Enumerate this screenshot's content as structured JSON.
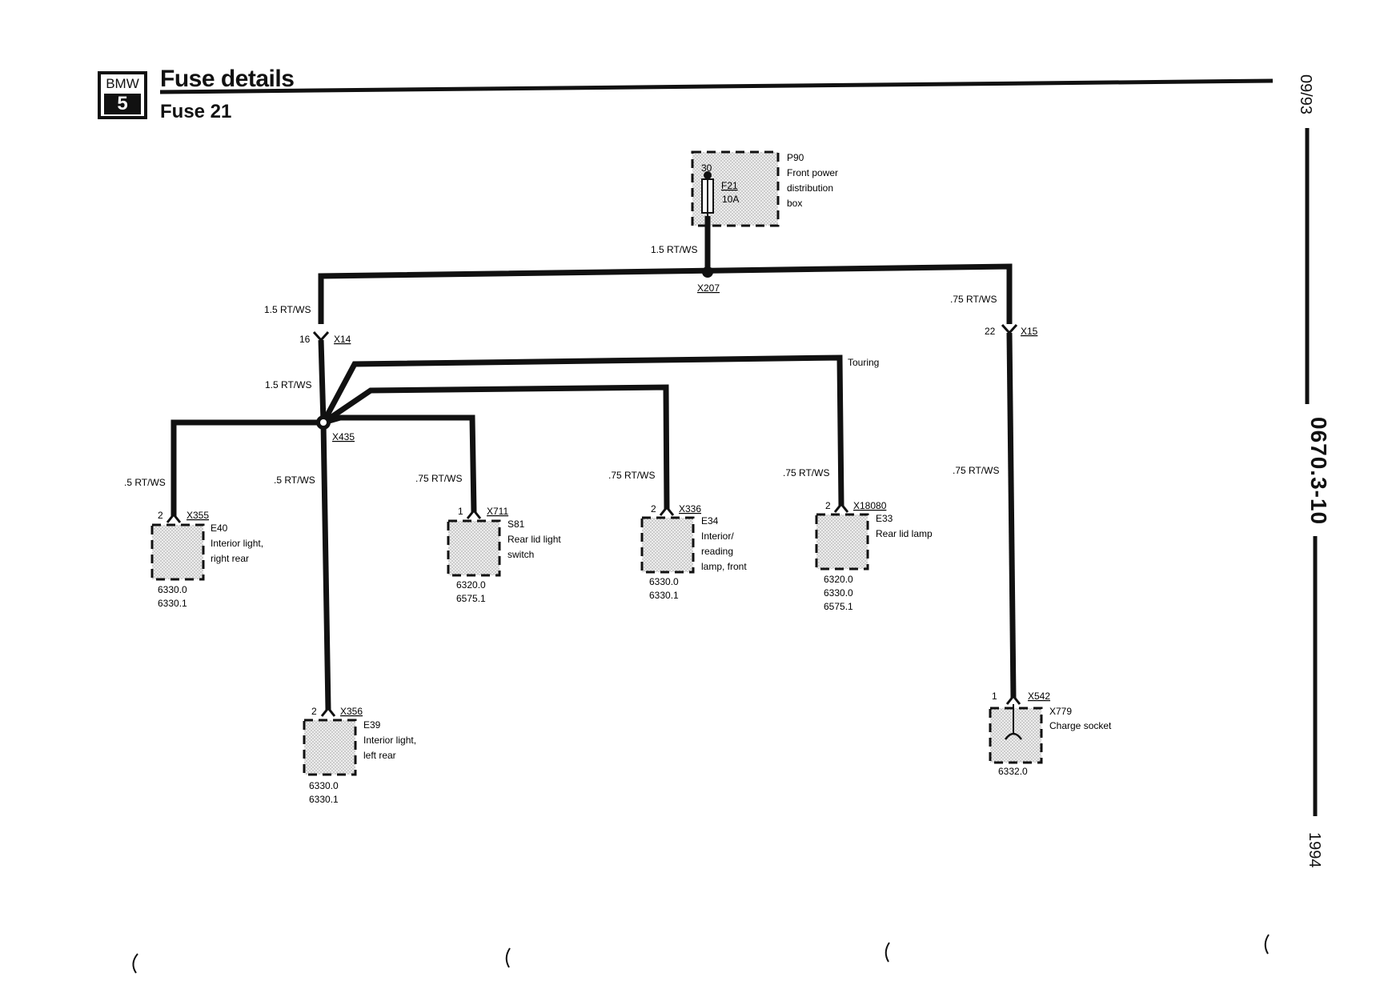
{
  "header": {
    "logo_text": "BMW",
    "logo_number": "5",
    "title": "Fuse details",
    "subtitle": "Fuse 21"
  },
  "side": {
    "date": "09/93",
    "doc_number": "0670.3-10",
    "year": "1994"
  },
  "fuse": {
    "id": "P90",
    "name_lines": [
      "Front power",
      "distribution",
      "box"
    ],
    "terminal": "30",
    "fuse_id": "F21",
    "rating": "10A"
  },
  "wires": {
    "main": "1.5 RT/WS",
    "left_upper": "1.5 RT/WS",
    "left_lower": "1.5 RT/WS",
    "right": ".75 RT/WS",
    "right_lower": ".75 RT/WS",
    "e40": ".5 RT/WS",
    "e39": ".5 RT/WS",
    "s81": ".75 RT/WS",
    "e34": ".75 RT/WS",
    "e33": ".75 RT/WS"
  },
  "connectors": {
    "x207": "X207",
    "x14": "X14",
    "x14_pin": "16",
    "x15": "X15",
    "x15_pin": "22",
    "x435": "X435"
  },
  "touring": "Touring",
  "components": [
    {
      "key": "e40",
      "pin": "2",
      "connector": "X355",
      "id": "E40",
      "lines": [
        "Interior light,",
        "right rear"
      ],
      "refs": [
        "6330.0",
        "6330.1"
      ]
    },
    {
      "key": "s81",
      "pin": "1",
      "connector": "X711",
      "id": "S81",
      "lines": [
        "Rear lid light",
        "switch"
      ],
      "refs": [
        "6320.0",
        "6575.1"
      ]
    },
    {
      "key": "e34",
      "pin": "2",
      "connector": "X336",
      "id": "E34",
      "lines": [
        "Interior/",
        "reading",
        "lamp, front"
      ],
      "refs": [
        "6330.0",
        "6330.1"
      ]
    },
    {
      "key": "e33",
      "pin": "2",
      "connector": "X18080",
      "id": "E33",
      "lines": [
        "Rear lid lamp"
      ],
      "refs": [
        "6320.0",
        "6330.0",
        "6575.1"
      ]
    },
    {
      "key": "e39",
      "pin": "2",
      "connector": "X356",
      "id": "E39",
      "lines": [
        "Interior light,",
        "left rear"
      ],
      "refs": [
        "6330.0",
        "6330.1"
      ]
    },
    {
      "key": "x779",
      "pin": "1",
      "connector": "X542",
      "id": "X779",
      "lines": [
        "Charge socket"
      ],
      "refs": [
        "6332.0"
      ]
    }
  ]
}
